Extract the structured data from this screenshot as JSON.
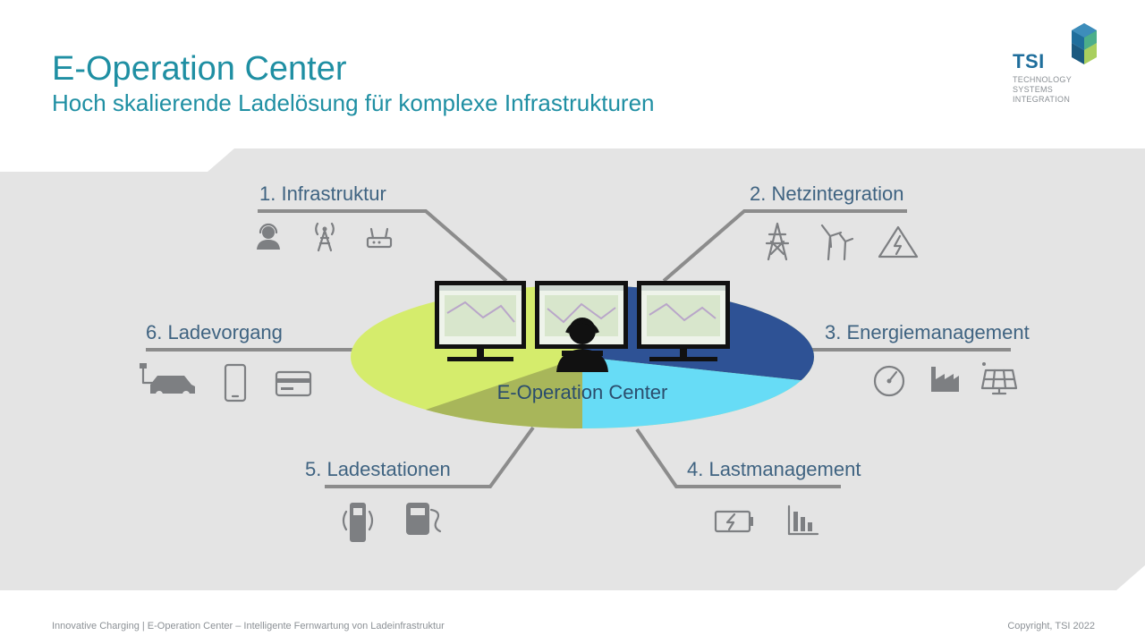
{
  "header": {
    "title": "E-Operation Center",
    "subtitle": "Hoch skalierende Ladelösung für komplexe Infrastrukturen"
  },
  "logo": {
    "name": "TSI",
    "line1": "TECHNOLOGY",
    "line2": "SYSTEMS",
    "line3": "INTEGRATION"
  },
  "diagram": {
    "center_label": "E-Operation Center",
    "categories": [
      {
        "label": "1. Infrastruktur",
        "icons": [
          "operator-headset-icon",
          "radio-tower-icon",
          "router-icon"
        ]
      },
      {
        "label": "2. Netzintegration",
        "icons": [
          "power-pylon-icon",
          "wind-turbine-icon",
          "high-voltage-warning-icon"
        ]
      },
      {
        "label": "3. Energiemanagement",
        "icons": [
          "gauge-icon",
          "factory-icon",
          "solar-panel-icon"
        ]
      },
      {
        "label": "4. Lastmanagement",
        "icons": [
          "battery-charging-icon",
          "bar-chart-icon"
        ]
      },
      {
        "label": "5. Ladestationen",
        "icons": [
          "charging-pillar-icon",
          "wallbox-icon"
        ]
      },
      {
        "label": "6. Ladevorgang",
        "icons": [
          "ev-car-plug-icon",
          "smartphone-icon",
          "payment-card-icon"
        ]
      }
    ],
    "colors": {
      "green": "#d5ec6c",
      "olive": "#a8b65a",
      "navy": "#2e5295",
      "cyan": "#67dcf6",
      "band": "#e4e4e4",
      "connector": "#8c8c8c"
    }
  },
  "footer": {
    "left": "Innovative Charging | E-Operation Center – Intelligente Fernwartung von Ladeinfrastruktur",
    "right": "Copyright, TSI 2022"
  }
}
